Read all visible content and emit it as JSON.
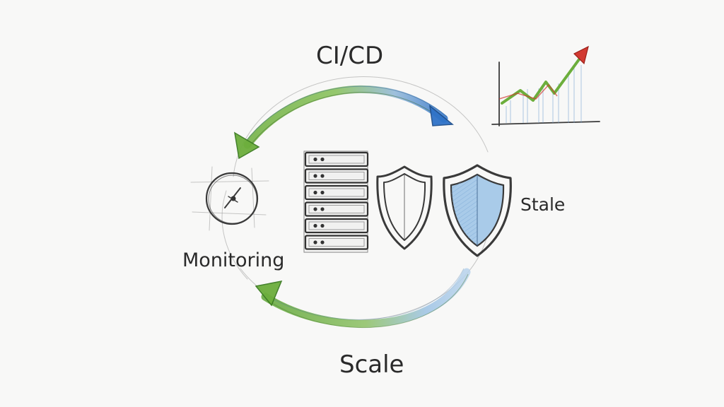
{
  "labels": {
    "cicd": "CI/CD",
    "monitoring": "Monitoring",
    "stale": "Stale",
    "scale": "Scale"
  },
  "icons": {
    "server": "server-rack-icon",
    "shield_plain": "shield-icon",
    "shield_filled": "shield-icon",
    "gauge": "gauge-icon",
    "chart": "growth-chart-icon"
  },
  "colors": {
    "green": "#6cae3c",
    "blue": "#2f73c8",
    "red": "#d23a32",
    "pencil": "#3a3a3a",
    "shield_fill": "#9fc3e6"
  }
}
